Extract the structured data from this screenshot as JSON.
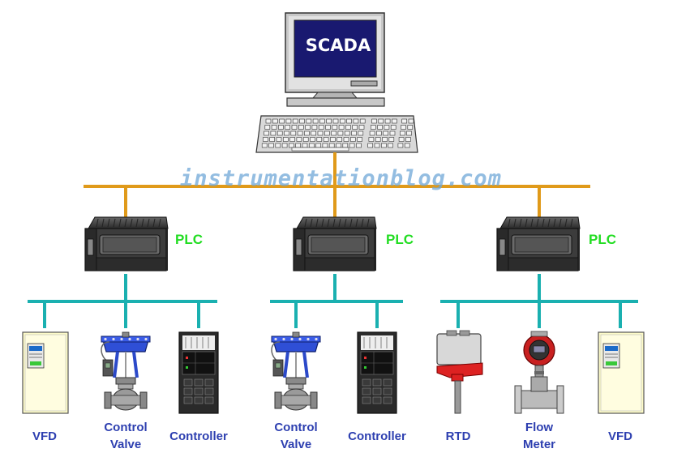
{
  "scada": {
    "label": "SCADA"
  },
  "watermark": {
    "text": "instrumentationblog.com"
  },
  "plcs": [
    {
      "label": "PLC"
    },
    {
      "label": "PLC"
    },
    {
      "label": "PLC"
    }
  ],
  "devices": [
    {
      "line1": "VFD",
      "line2": ""
    },
    {
      "line1": "Control",
      "line2": "Valve"
    },
    {
      "line1": "Controller",
      "line2": ""
    },
    {
      "line1": "Control",
      "line2": "Valve"
    },
    {
      "line1": "Controller",
      "line2": ""
    },
    {
      "line1": "RTD",
      "line2": ""
    },
    {
      "line1": "Flow",
      "line2": "Meter"
    },
    {
      "line1": "VFD",
      "line2": ""
    }
  ],
  "colors": {
    "scada_bus": "#e09a1a",
    "field_bus": "#1ab0b0",
    "plc_label": "#22dd22",
    "device_label": "#2d3fb0"
  }
}
